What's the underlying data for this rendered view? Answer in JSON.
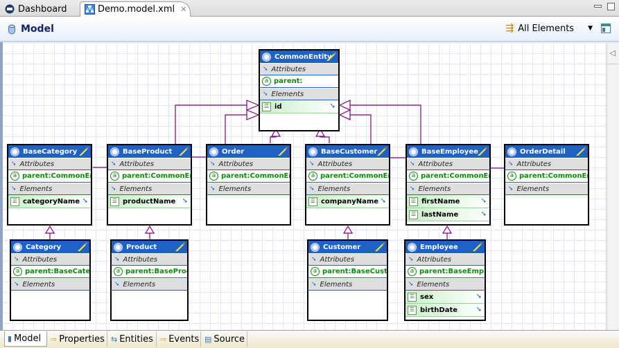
{
  "editor_tabs": [
    {
      "label": "Dashboard",
      "icon": "dashboard-icon",
      "active": false
    },
    {
      "label": "Demo.model.xml",
      "icon": "model-file-icon",
      "active": true,
      "closable": true
    }
  ],
  "header": {
    "title": "Model",
    "filter_label": "All Elements",
    "filter_icon": "filter-elements-icon",
    "layout_icon": "layout-icon"
  },
  "entities": {
    "common": {
      "name": "CommonEntity",
      "attributes_label": "Attributes",
      "attribute": "parent:",
      "elements_label": "Elements",
      "elements": [
        "id"
      ]
    },
    "baseCategory": {
      "name": "BaseCategory",
      "attributes_label": "Attributes",
      "attribute": "parent:CommonEntity",
      "elements_label": "Elements",
      "elements": [
        "categoryName"
      ]
    },
    "baseProduct": {
      "name": "BaseProduct",
      "attributes_label": "Attributes",
      "attribute": "parent:CommonEntity",
      "elements_label": "Elements",
      "elements": [
        "productName"
      ]
    },
    "order": {
      "name": "Order",
      "attributes_label": "Attributes",
      "attribute": "parent:CommonEntity",
      "elements_label": "Elements",
      "elements": []
    },
    "baseCustomer": {
      "name": "BaseCustomer",
      "attributes_label": "Attributes",
      "attribute": "parent:CommonEntity",
      "elements_label": "Elements",
      "elements": [
        "companyName"
      ]
    },
    "baseEmployee": {
      "name": "BaseEmployee",
      "attributes_label": "Attributes",
      "attribute": "parent:CommonEntity",
      "elements_label": "Elements",
      "elements": [
        "firstName",
        "lastName"
      ]
    },
    "orderDetail": {
      "name": "OrderDetail",
      "attributes_label": "Attributes",
      "attribute": "parent:CommonEntity",
      "elements_label": "Elements",
      "elements": []
    },
    "category": {
      "name": "Category",
      "attributes_label": "Attributes",
      "attribute": "parent:BaseCategory",
      "elements_label": "Elements",
      "elements": []
    },
    "product": {
      "name": "Product",
      "attributes_label": "Attributes",
      "attribute": "parent:BaseProduct",
      "elements_label": "Elements",
      "elements": []
    },
    "customer": {
      "name": "Customer",
      "attributes_label": "Attributes",
      "attribute": "parent:BaseCustomer",
      "elements_label": "Elements",
      "elements": []
    },
    "employee": {
      "name": "Employee",
      "attributes_label": "Attributes",
      "attribute": "parent:BaseEmployee",
      "elements_label": "Elements",
      "elements": [
        "sex",
        "birthDate"
      ]
    }
  },
  "inheritance": [
    {
      "child": "BaseCategory",
      "parent": "CommonEntity"
    },
    {
      "child": "BaseProduct",
      "parent": "CommonEntity"
    },
    {
      "child": "Order",
      "parent": "CommonEntity"
    },
    {
      "child": "BaseCustomer",
      "parent": "CommonEntity"
    },
    {
      "child": "BaseEmployee",
      "parent": "CommonEntity"
    },
    {
      "child": "OrderDetail",
      "parent": "CommonEntity"
    },
    {
      "child": "Category",
      "parent": "BaseCategory"
    },
    {
      "child": "Product",
      "parent": "BaseProduct"
    },
    {
      "child": "Customer",
      "parent": "BaseCustomer"
    },
    {
      "child": "Employee",
      "parent": "BaseEmployee"
    }
  ],
  "colors": {
    "header_blue": "#1d62c4",
    "attribute_green": "#0b8a0b",
    "connector_purple": "#800080"
  },
  "bottom_tabs": [
    {
      "label": "Model",
      "icon": "model-icon",
      "active": true
    },
    {
      "label": "Properties",
      "icon": "properties-icon",
      "active": false
    },
    {
      "label": "Entities",
      "icon": "entities-icon",
      "active": false
    },
    {
      "label": "Events",
      "icon": "events-icon",
      "active": false
    },
    {
      "label": "Source",
      "icon": "source-icon",
      "active": false
    }
  ]
}
